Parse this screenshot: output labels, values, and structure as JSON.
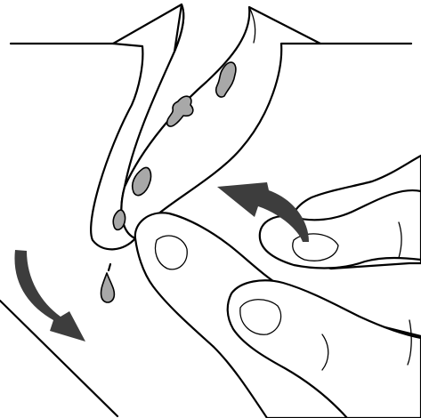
{
  "figure": {
    "description_free": true,
    "colors": {
      "outline": "#000000",
      "stain": "#a8a8a8",
      "arrow": "#3d3d3d",
      "background": "#ffffff"
    }
  },
  "elements": {
    "surface": "surface-edges",
    "layer": "peeled-layer",
    "stains": "stain-spots",
    "fingers": "hand-fingers",
    "arrows": [
      "arrow-lift",
      "arrow-down"
    ],
    "icons": [
      "curved-arrow-icon",
      "droplet-icon"
    ]
  }
}
